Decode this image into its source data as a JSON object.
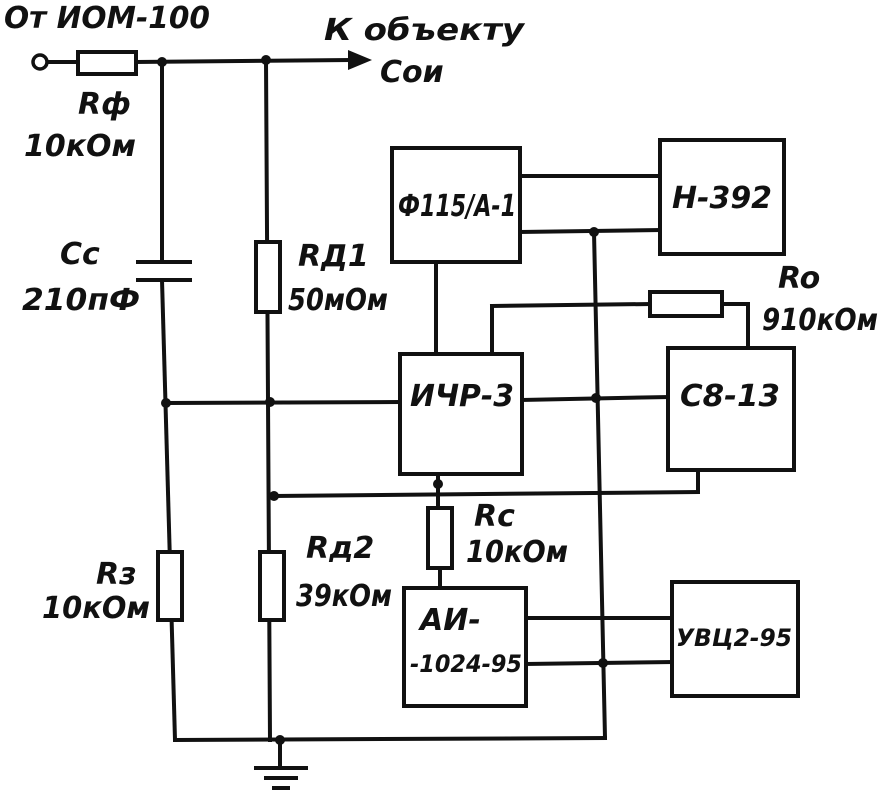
{
  "labels": {
    "source": "От ИОМ-100",
    "to_object": "К объекту",
    "c_oi": "Cои",
    "rf_name": "Rф",
    "rf_value": "10кОм",
    "cc_name": "Cс",
    "cc_value": "210пФ",
    "rd1_name": "RД1",
    "rd1_value": "50мОм",
    "rd2_name": "Rд2",
    "rd2_value": "39кОм",
    "rz_name": "Rз",
    "rz_value": "10кОм",
    "rc_name": "Rс",
    "rc_value": "10кОм",
    "ro_name": "Ro",
    "ro_value": "910кОм"
  },
  "blocks": {
    "f115": "Ф115/А-1",
    "n392": "Н-392",
    "ichr": "ИЧР-3",
    "s813": "С8-13",
    "ai_line1": "АИ-",
    "ai_line2": "-1024-95",
    "uvc": "УВЦ2-95"
  }
}
